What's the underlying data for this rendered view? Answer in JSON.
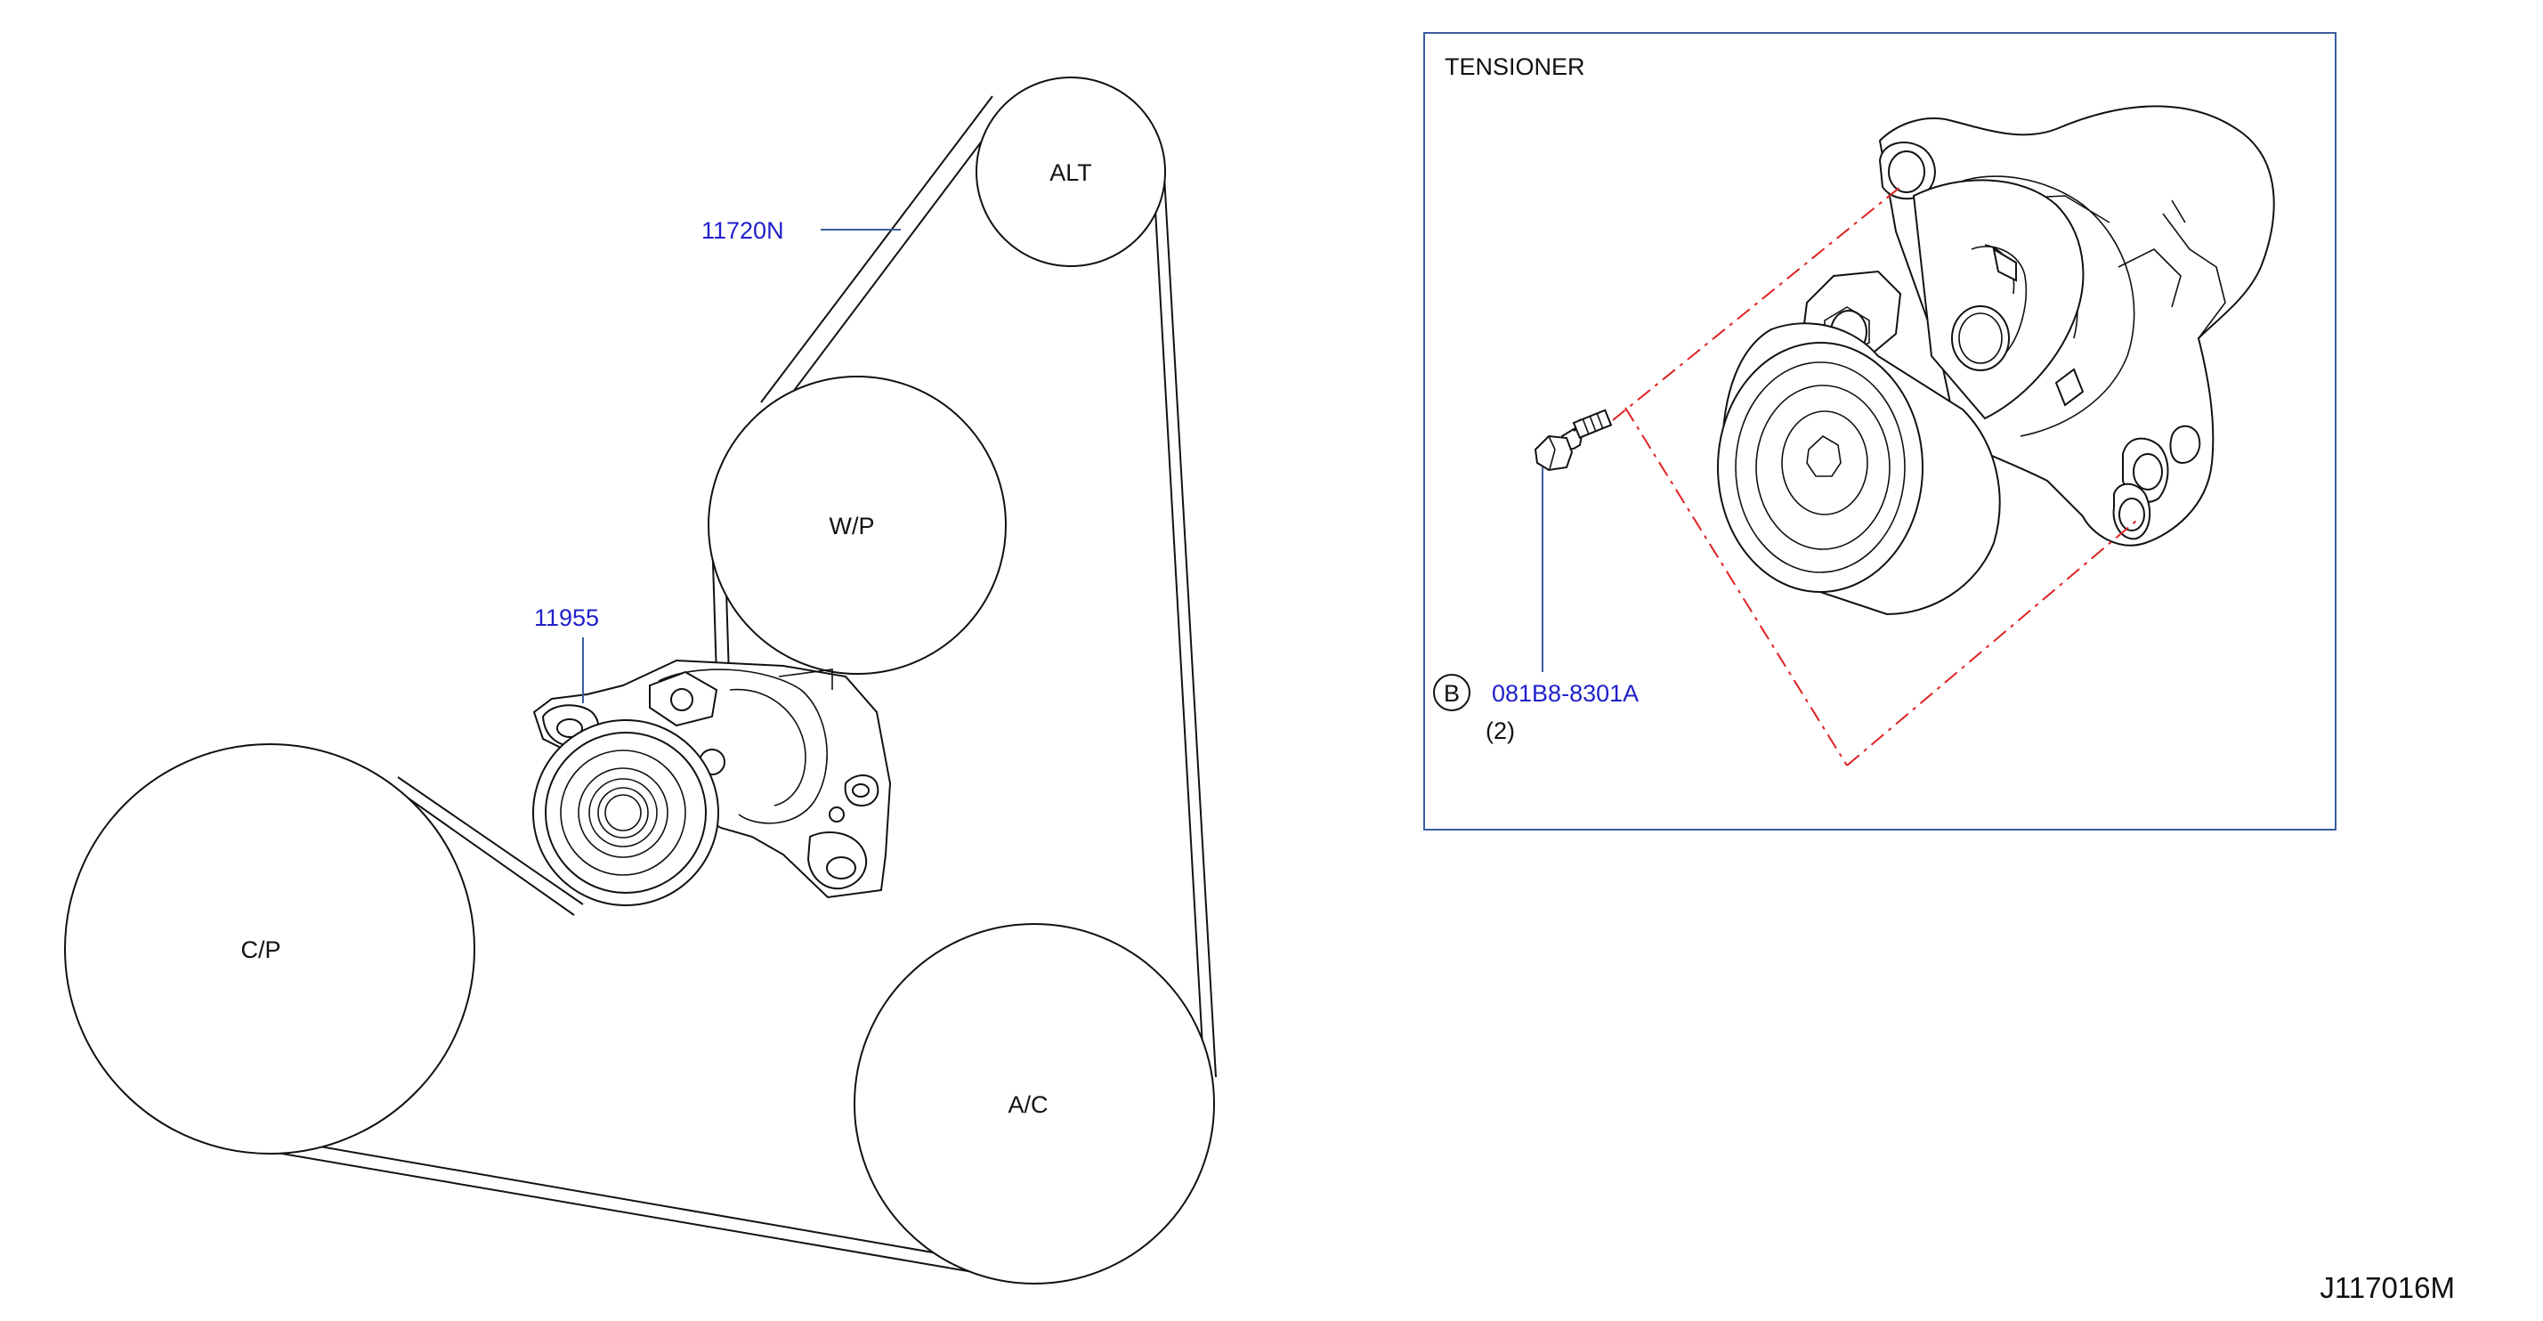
{
  "pulleys": {
    "alternator": "ALT",
    "water_pump": "W/P",
    "crank_pulley": "C/P",
    "air_conditioner": "A/C"
  },
  "callouts": {
    "belt_part_number": "11720N",
    "tensioner_part_number": "11955",
    "bolt_part_number": "081B8-8301A",
    "bolt_marker": "B",
    "bolt_quantity": "(2)"
  },
  "inset": {
    "title": "TENSIONER"
  },
  "figure_code": "J117016M"
}
